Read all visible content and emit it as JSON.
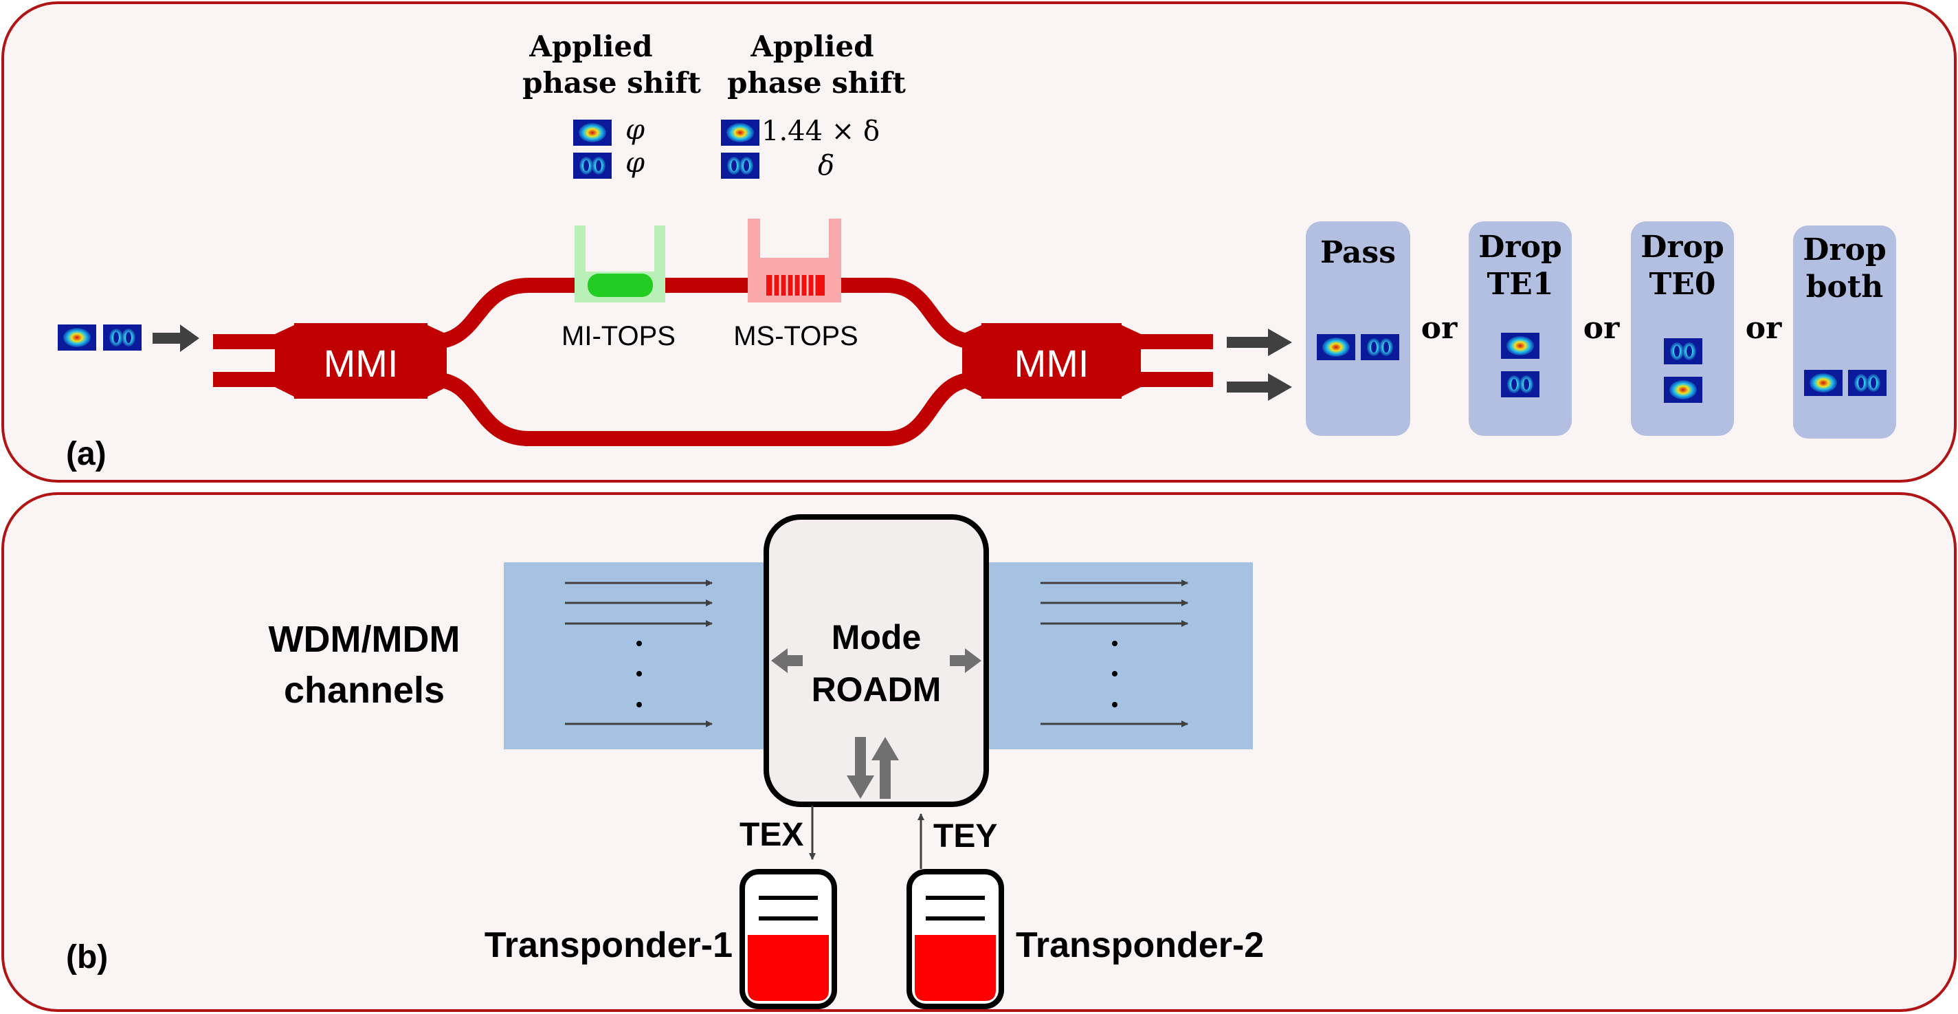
{
  "colors": {
    "panel_bg": "#fbf4f4",
    "panel_border": "#b01414",
    "waveguide": "#c00000",
    "mi_tops_fill": "#22cc22",
    "mi_tops_frame": "#b8f0b8",
    "ms_tops_fill": "#f01010",
    "ms_tops_frame": "#f8a8a8",
    "output_card": "#b3bfe0",
    "channel_band": "#a6c2e3",
    "arrow": "#404040",
    "roadm_box": "#f2eeee",
    "transponder_red": "#ff0000"
  },
  "panel_a": {
    "label": "(a)",
    "phase_shift_1": {
      "title_line1": "Applied",
      "title_line2": "phase shift",
      "te0_value": "φ",
      "te1_value": "φ"
    },
    "phase_shift_2": {
      "title_line1": "Applied",
      "title_line2": "phase shift",
      "te0_value": "1.44 × δ",
      "te1_value": "δ"
    },
    "mmi_left": "MMI",
    "mmi_right": "MMI",
    "mi_tops_label": "MI-TOPS",
    "ms_tops_label": "MS-TOPS",
    "outputs": [
      {
        "line1": "Pass",
        "line2": ""
      },
      {
        "line1": "Drop",
        "line2": "TE1"
      },
      {
        "line1": "Drop",
        "line2": "TE0"
      },
      {
        "line1": "Drop",
        "line2": "both"
      }
    ],
    "or_label": "or"
  },
  "panel_b": {
    "label": "(b)",
    "channels_line1": "WDM/MDM",
    "channels_line2": "channels",
    "roadm_line1": "Mode",
    "roadm_line2": "ROADM",
    "drop_port": "TEX",
    "add_port": "TEY",
    "transponder_1": "Transponder-1",
    "transponder_2": "Transponder-2",
    "ellipsis": "⋮"
  }
}
